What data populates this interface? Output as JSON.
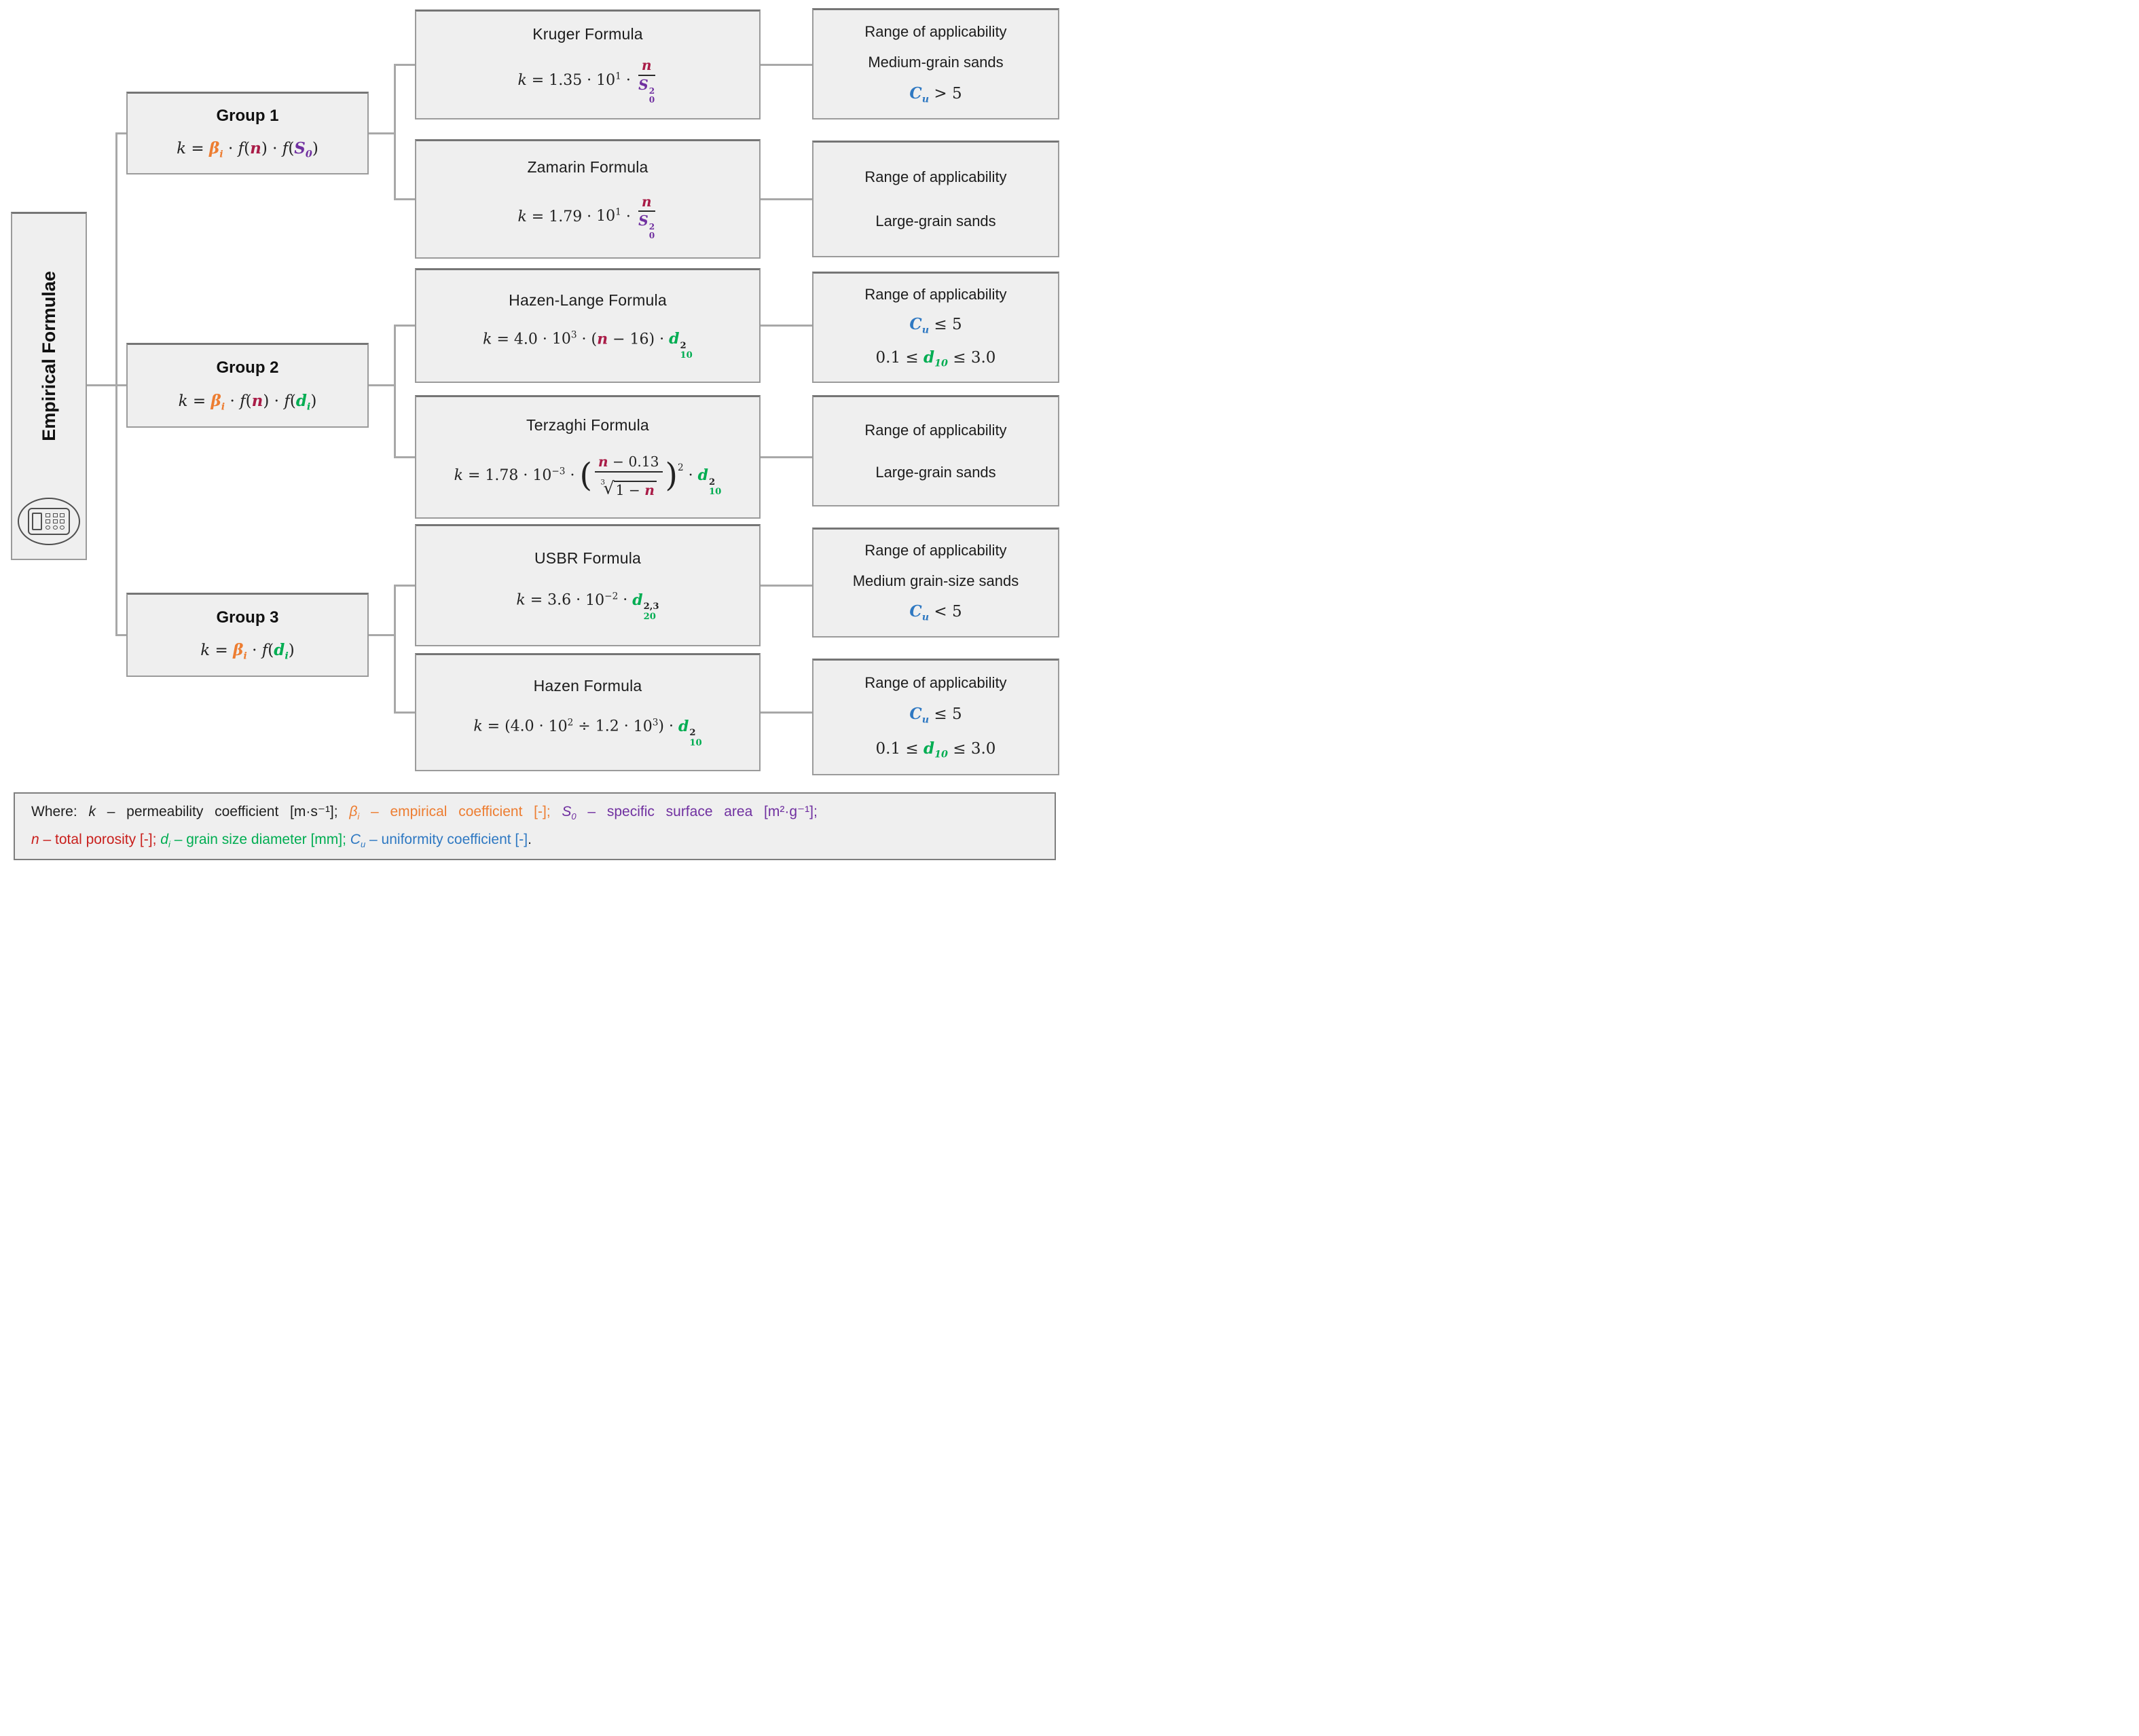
{
  "colors": {
    "dark": "#222222",
    "orange": "#ED7D31",
    "crimson": "#A91C47",
    "red": "#C9201D",
    "purple": "#7030A0",
    "green": "#00AD52",
    "blue": "#2E78C2"
  },
  "root_box": {
    "title": "Empirical Formulae",
    "icon": "calculator-icon"
  },
  "groups": [
    {
      "title": "Group 1",
      "formula": [
        {
          "t": "k",
          "i": 1
        },
        {
          "t": " = "
        },
        {
          "base": "β",
          "c": "orange",
          "i": 1,
          "b": 1,
          "sub": "i"
        },
        {
          "t": " · "
        },
        {
          "t": "f",
          "i": 1
        },
        {
          "t": "("
        },
        {
          "t": "n",
          "c": "crimson",
          "i": 1,
          "b": 1
        },
        {
          "t": ")"
        },
        {
          "t": " · "
        },
        {
          "t": "f",
          "i": 1
        },
        {
          "t": "("
        },
        {
          "base": "S",
          "c": "purple",
          "i": 1,
          "b": 1,
          "sub": "0"
        },
        {
          "t": ")"
        }
      ]
    },
    {
      "title": "Group 2",
      "formula": [
        {
          "t": "k",
          "i": 1
        },
        {
          "t": " = "
        },
        {
          "base": "β",
          "c": "orange",
          "i": 1,
          "b": 1,
          "sub": "i"
        },
        {
          "t": " · "
        },
        {
          "t": "f",
          "i": 1
        },
        {
          "t": "("
        },
        {
          "t": "n",
          "c": "crimson",
          "i": 1,
          "b": 1
        },
        {
          "t": ")"
        },
        {
          "t": " · "
        },
        {
          "t": "f",
          "i": 1
        },
        {
          "t": "("
        },
        {
          "base": "d",
          "c": "green",
          "i": 1,
          "b": 1,
          "sub": "i"
        },
        {
          "t": ")"
        }
      ]
    },
    {
      "title": "Group 3",
      "formula": [
        {
          "t": "k",
          "i": 1
        },
        {
          "t": " = "
        },
        {
          "base": "β",
          "c": "orange",
          "i": 1,
          "b": 1,
          "sub": "i"
        },
        {
          "t": " · "
        },
        {
          "t": "f",
          "i": 1
        },
        {
          "t": "("
        },
        {
          "base": "d",
          "c": "green",
          "i": 1,
          "b": 1,
          "sub": "i"
        },
        {
          "t": ")"
        }
      ]
    }
  ],
  "formula_boxes": [
    {
      "title": "Kruger Formula",
      "formula": [
        {
          "t": "k",
          "i": 1
        },
        {
          "t": " = 1.35 · "
        },
        {
          "base": "10",
          "sup": "1"
        },
        {
          "t": " · "
        },
        {
          "frac": {
            "n": [
              {
                "t": "n",
                "c": "crimson",
                "i": 1,
                "b": 1
              }
            ],
            "d": [
              {
                "base": "S",
                "c": "purple",
                "i": 1,
                "b": 1,
                "sub": "0",
                "sup": "2"
              }
            ]
          }
        }
      ]
    },
    {
      "title": "Zamarin Formula",
      "formula": [
        {
          "t": "k",
          "i": 1
        },
        {
          "t": " = 1.79 · "
        },
        {
          "base": "10",
          "sup": "1"
        },
        {
          "t": " · "
        },
        {
          "frac": {
            "n": [
              {
                "t": "n",
                "c": "crimson",
                "i": 1,
                "b": 1
              }
            ],
            "d": [
              {
                "base": "S",
                "c": "purple",
                "i": 1,
                "b": 1,
                "sub": "0",
                "sup": "2"
              }
            ]
          }
        }
      ]
    },
    {
      "title": "Hazen-Lange Formula",
      "formula": [
        {
          "t": "k",
          "i": 1
        },
        {
          "t": " = 4.0 · "
        },
        {
          "base": "10",
          "sup": "3"
        },
        {
          "t": " · ("
        },
        {
          "t": "n",
          "c": "crimson",
          "i": 1,
          "b": 1
        },
        {
          "t": " − 16) · "
        },
        {
          "base": "d",
          "c": "green",
          "i": 1,
          "b": 1,
          "sub": "10",
          "sup": "2",
          "supc": "dark"
        }
      ]
    },
    {
      "title": "Terzaghi Formula",
      "formula": [
        {
          "t": "k",
          "i": 1
        },
        {
          "t": " = 1.78 · "
        },
        {
          "base": "10",
          "sup": "−3"
        },
        {
          "t": " · "
        },
        {
          "big": "("
        },
        {
          "frac": {
            "n": [
              {
                "t": "n",
                "c": "crimson",
                "i": 1,
                "b": 1
              },
              {
                "t": " − 0.13"
              }
            ],
            "d": [
              {
                "root": {
                  "idx": "3",
                  "c": [
                    {
                      "t": "1 − "
                    },
                    {
                      "t": "n",
                      "c": "crimson",
                      "i": 1,
                      "b": 1
                    }
                  ]
                }
              }
            ]
          }
        },
        {
          "big": ")",
          "sup": "2"
        },
        {
          "t": " · "
        },
        {
          "base": "d",
          "c": "green",
          "i": 1,
          "b": 1,
          "sub": "10",
          "sup": "2",
          "supc": "dark"
        }
      ]
    },
    {
      "title": "USBR Formula",
      "formula": [
        {
          "t": "k",
          "i": 1
        },
        {
          "t": " = 3.6 · "
        },
        {
          "base": "10",
          "sup": "−2"
        },
        {
          "t": " · "
        },
        {
          "base": "d",
          "c": "green",
          "i": 1,
          "b": 1,
          "sub": "20",
          "sup": "2,3",
          "supc": "dark"
        }
      ]
    },
    {
      "title": "Hazen Formula",
      "formula": [
        {
          "t": "k",
          "i": 1
        },
        {
          "t": " = (4.0 · "
        },
        {
          "base": "10",
          "sup": "2"
        },
        {
          "t": " ÷ 1.2 · "
        },
        {
          "base": "10",
          "sup": "3"
        },
        {
          "t": ") · "
        },
        {
          "base": "d",
          "c": "green",
          "i": 1,
          "b": 1,
          "sub": "10",
          "sup": "2",
          "supc": "dark"
        }
      ]
    }
  ],
  "range_boxes": [
    {
      "lines": [
        {
          "cls": "rtext",
          "segs": [
            {
              "t": "Range of applicability"
            }
          ]
        },
        {
          "cls": "rtext",
          "segs": [
            {
              "t": "Medium-grain sands"
            }
          ]
        },
        {
          "cls": "rmath",
          "segs": [
            {
              "base": "C",
              "c": "blue",
              "i": 1,
              "b": 1,
              "sub": "u"
            },
            {
              "t": " > 5"
            }
          ]
        }
      ]
    },
    {
      "lines": [
        {
          "cls": "rtext",
          "segs": [
            {
              "t": "Range of applicability"
            }
          ]
        },
        {
          "cls": "rtext",
          "segs": [
            {
              "t": "Large-grain sands"
            }
          ]
        }
      ]
    },
    {
      "lines": [
        {
          "cls": "rtext",
          "segs": [
            {
              "t": "Range of applicability"
            }
          ]
        },
        {
          "cls": "rmath",
          "segs": [
            {
              "base": "C",
              "c": "blue",
              "i": 1,
              "b": 1,
              "sub": "u"
            },
            {
              "t": " ≤ 5"
            }
          ]
        },
        {
          "cls": "rmath",
          "segs": [
            {
              "t": "0.1 ≤ "
            },
            {
              "base": "d",
              "c": "green",
              "i": 1,
              "b": 1,
              "sub": "10"
            },
            {
              "t": " ≤ 3.0"
            }
          ]
        }
      ]
    },
    {
      "lines": [
        {
          "cls": "rtext",
          "segs": [
            {
              "t": "Range of applicability"
            }
          ]
        },
        {
          "cls": "rtext",
          "segs": [
            {
              "t": "Large-grain sands"
            }
          ]
        }
      ]
    },
    {
      "lines": [
        {
          "cls": "rtext",
          "segs": [
            {
              "t": "Range of applicability"
            }
          ]
        },
        {
          "cls": "rtext",
          "segs": [
            {
              "t": "Medium grain-size sands"
            }
          ]
        },
        {
          "cls": "rmath",
          "segs": [
            {
              "base": "C",
              "c": "blue",
              "i": 1,
              "b": 1,
              "sub": "u"
            },
            {
              "t": " < 5"
            }
          ]
        }
      ]
    },
    {
      "lines": [
        {
          "cls": "rtext",
          "segs": [
            {
              "t": "Range of applicability"
            }
          ]
        },
        {
          "cls": "rmath",
          "segs": [
            {
              "base": "C",
              "c": "blue",
              "i": 1,
              "b": 1,
              "sub": "u"
            },
            {
              "t": " ≤ 5"
            }
          ]
        },
        {
          "cls": "rmath",
          "segs": [
            {
              "t": "0.1 ≤ "
            },
            {
              "base": "d",
              "c": "green",
              "i": 1,
              "b": 1,
              "sub": "10"
            },
            {
              "t": " ≤ 3.0"
            }
          ]
        }
      ]
    }
  ],
  "legend": {
    "lines": [
      {
        "cls": "ltext ljust",
        "segs": [
          {
            "t": "Where: "
          },
          {
            "t": "k",
            "i": 1
          },
          {
            "t": " – permeability coefficient [m·s⁻¹]; "
          },
          {
            "base": "β",
            "c": "orange",
            "i": 1,
            "sub": "i"
          },
          {
            "t": " – empirical coefficient [-]; ",
            "c": "orange"
          },
          {
            "base": "S",
            "c": "purple",
            "i": 1,
            "sub": "0"
          },
          {
            "t": " – specific surface area [m²·g⁻¹];",
            "c": "purple"
          }
        ]
      },
      {
        "cls": "ltext",
        "segs": [
          {
            "t": "n",
            "c": "red",
            "i": 1
          },
          {
            "t": " – total porosity [-];  ",
            "c": "red"
          },
          {
            "base": "d",
            "c": "green",
            "i": 1,
            "sub": "i"
          },
          {
            "t": " – grain size diameter [mm]; ",
            "c": "green"
          },
          {
            "base": "C",
            "c": "blue",
            "i": 1,
            "sub": "u"
          },
          {
            "t": " – uniformity coefficient [-]",
            "c": "blue"
          },
          {
            "t": "."
          }
        ]
      }
    ]
  }
}
